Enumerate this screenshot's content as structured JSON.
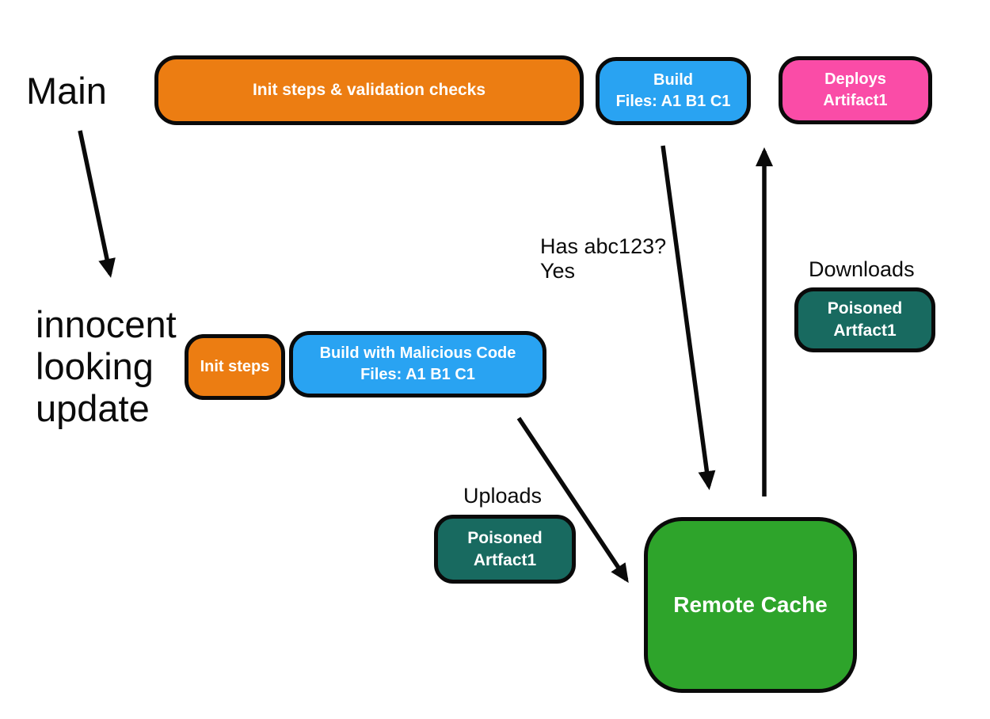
{
  "diagram": {
    "description": "CI cache poisoning flow diagram",
    "background": "#ffffff"
  },
  "colors": {
    "orange": "#EC7D12",
    "blue": "#29A3F2",
    "pink": "#FA4CA7",
    "teal": "#186A60",
    "green": "#2EA42B",
    "outline": "#0a0a0a",
    "text_dark": "#0b0b0b",
    "text_light": "#ffffff"
  },
  "texts": {
    "main_branch": "Main",
    "innocent_update": "innocent\nlooking\nupdate",
    "has_hash_question": "Has abc123?\nYes",
    "downloads": "Downloads",
    "uploads": "Uploads"
  },
  "nodes": {
    "init_validation": {
      "label": "Init steps & validation checks"
    },
    "build_main": {
      "line1": "Build",
      "line2": "Files: A1 B1 C1"
    },
    "deploy": {
      "line1": "Deploys",
      "line2": "Artifact1"
    },
    "init_steps": {
      "label": "Init steps"
    },
    "build_malicious": {
      "line1": "Build with Malicious Code",
      "line2": "Files: A1 B1 C1"
    },
    "poisoned_uploaded": {
      "line1": "Poisoned",
      "line2": "Artfact1"
    },
    "poisoned_downloaded": {
      "line1": "Poisoned",
      "line2": "Artfact1"
    },
    "remote_cache": {
      "label": "Remote Cache"
    }
  },
  "arrows": [
    {
      "name": "main-to-innocent-update",
      "direction": "down"
    },
    {
      "name": "build-to-remote-cache-query",
      "direction": "down",
      "label": "Has abc123? Yes"
    },
    {
      "name": "remote-cache-to-deploy",
      "direction": "up",
      "label": "Downloads"
    },
    {
      "name": "malicious-build-to-remote-cache",
      "direction": "down-right",
      "label": "Uploads"
    }
  ]
}
